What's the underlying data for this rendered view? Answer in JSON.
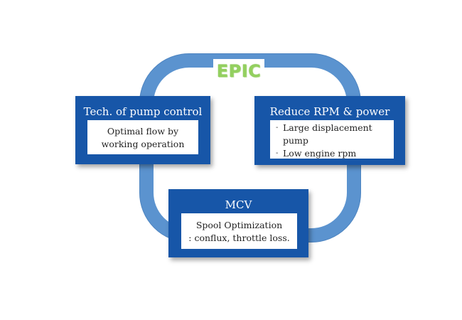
{
  "diagram": {
    "center_label": "EPIC",
    "boxes": {
      "pump_control": {
        "title": "Tech. of pump control",
        "lines": [
          "Optimal flow by",
          "working operation"
        ]
      },
      "reduce_rpm": {
        "title": "Reduce RPM & power",
        "bullets": [
          {
            "mark": "-",
            "text": "Large displacement"
          },
          {
            "mark": "",
            "text": "pump"
          },
          {
            "mark": "-",
            "text": "Low engine rpm"
          }
        ]
      },
      "mcv": {
        "title": "MCV",
        "lines": [
          "Spool Optimization",
          ": conflux, throttle loss."
        ]
      }
    },
    "colors": {
      "box_fill": "#1756a8",
      "ring": "#5b93cf",
      "center_label": "#93d05f"
    }
  }
}
